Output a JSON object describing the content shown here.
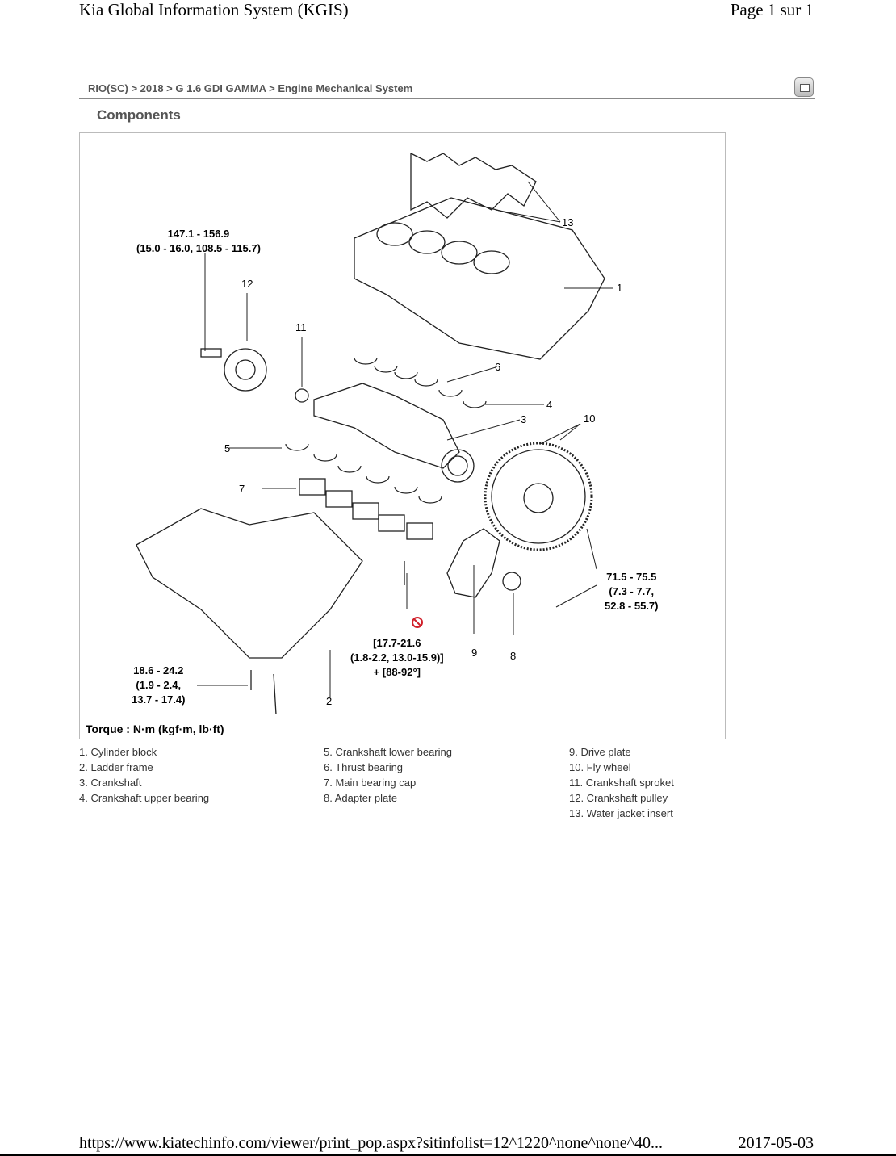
{
  "header": {
    "title": "Kia Global Information System (KGIS)",
    "page": "Page 1 sur 1"
  },
  "breadcrumb": "RIO(SC) > 2018 > G 1.6 GDI GAMMA > Engine Mechanical System",
  "section_title": "Components",
  "figure": {
    "torque_note": "Torque : N·m (kgf·m, lb·ft)",
    "torque_pulley": [
      "147.1 - 156.9",
      "(15.0 - 16.0, 108.5 - 115.7)"
    ],
    "torque_ladder": [
      "18.6 - 24.2",
      "(1.9 - 2.4,",
      "13.7 - 17.4)"
    ],
    "torque_flywheel": [
      "71.5 - 75.5",
      "(7.3 - 7.7,",
      "52.8 - 55.7)"
    ],
    "torque_bearing_cap": [
      "[17.7-21.6",
      "(1.8-2.2, 13.0-15.9)]",
      "+ [88-92°]"
    ],
    "callouts": {
      "c1": "1",
      "c2": "2",
      "c3": "3",
      "c4": "4",
      "c5": "5",
      "c6": "6",
      "c7": "7",
      "c8": "8",
      "c9": "9",
      "c10": "10",
      "c11": "11",
      "c12": "12",
      "c13": "13"
    }
  },
  "legend": {
    "col1": [
      "1. Cylinder block",
      "2. Ladder frame",
      "3. Crankshaft",
      "4. Crankshaft upper bearing"
    ],
    "col2": [
      "5. Crankshaft lower bearing",
      "6. Thrust bearing",
      "7. Main bearing cap",
      "8. Adapter plate"
    ],
    "col3": [
      "9. Drive plate",
      "10. Fly wheel",
      "11. Crankshaft sproket",
      "12. Crankshaft pulley",
      "13. Water jacket insert"
    ]
  },
  "footer": {
    "url": "https://www.kiatechinfo.com/viewer/print_pop.aspx?sitinfolist=12^1220^none^none^40...",
    "date": "2017-05-03"
  },
  "colors": {
    "warning": "#d0202a",
    "breadcrumb": "#555555"
  }
}
